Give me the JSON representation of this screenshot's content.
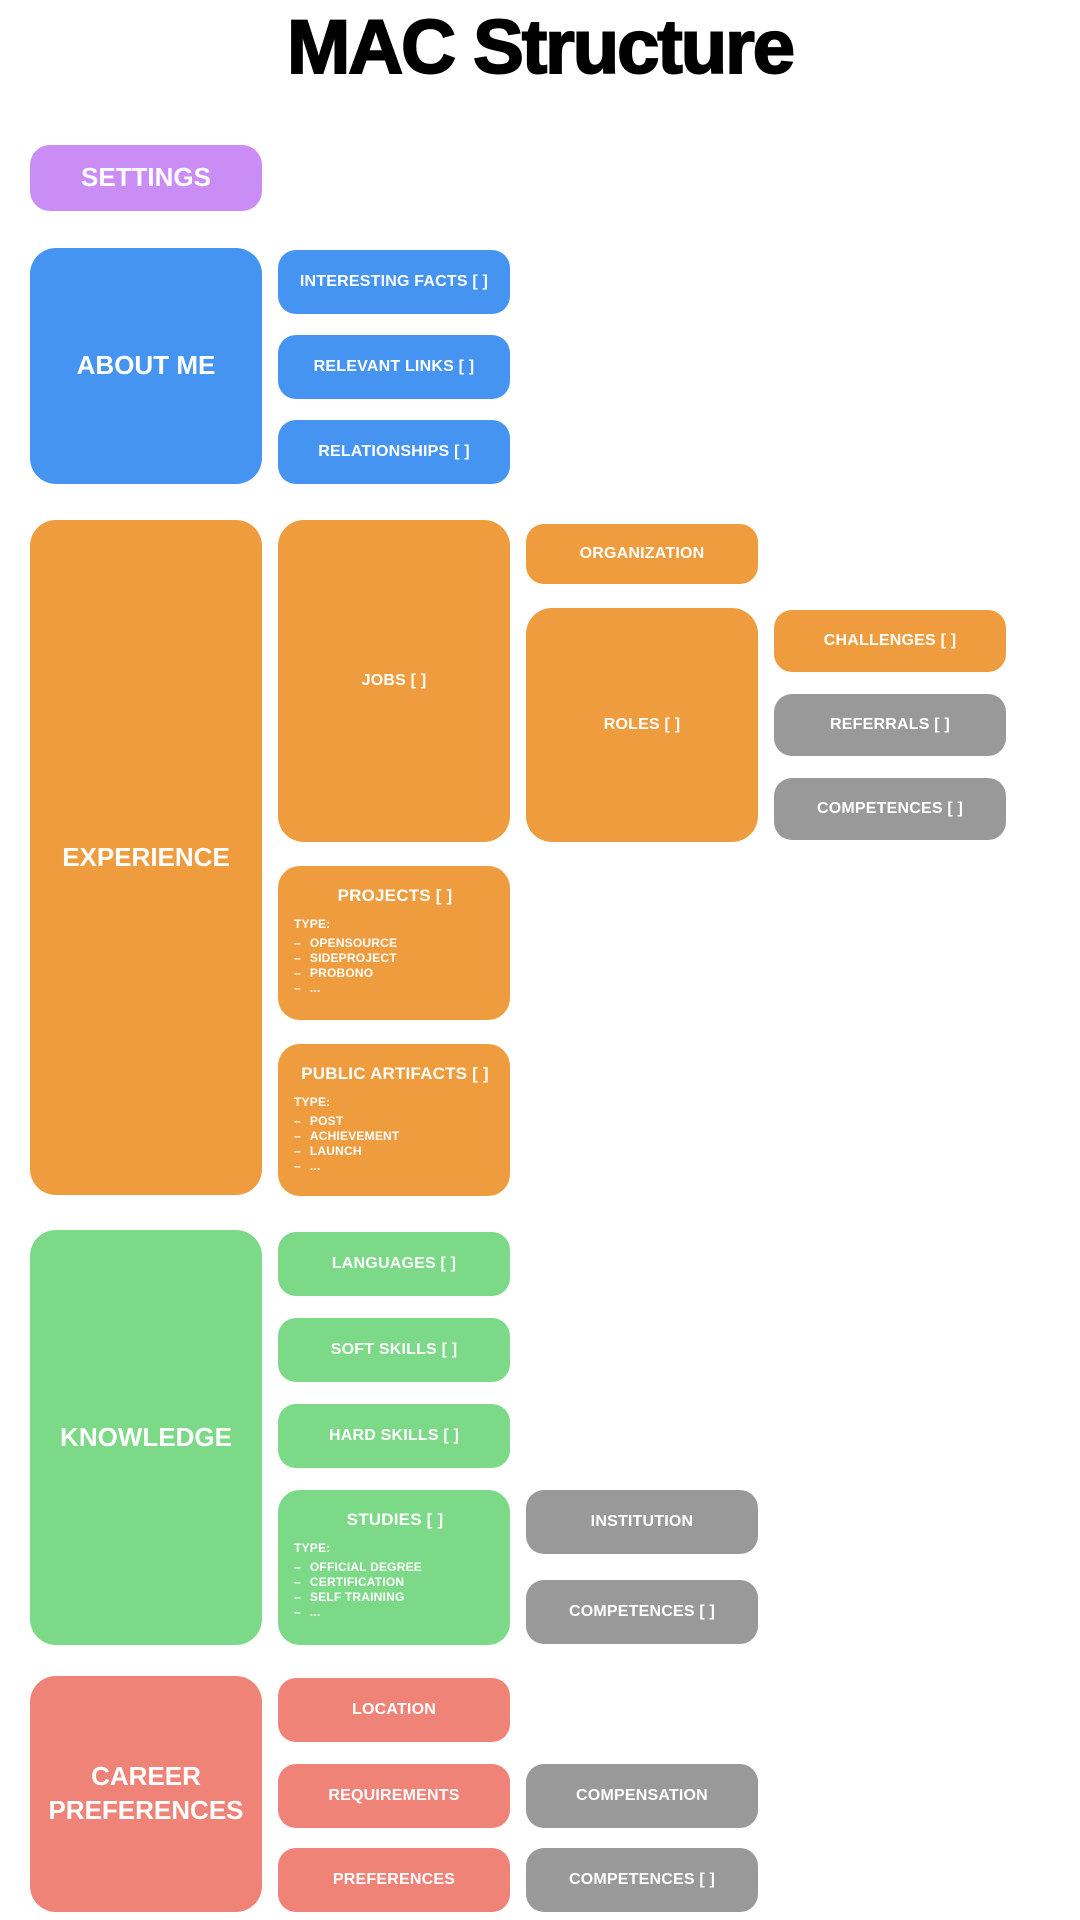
{
  "page_title": "MAC Structure",
  "type_bullet": "–",
  "colors": {
    "purple": "#CA8DF5",
    "blue": "#4694F2",
    "orange": "#EE9C3E",
    "green": "#7CD987",
    "salmon": "#EF8378",
    "gray": "#999999",
    "text_on_box": "#FFFFFF",
    "title_text": "#000000",
    "background": "#FFFFFF"
  },
  "settings": {
    "label": "SETTINGS"
  },
  "about_me": {
    "label": "ABOUT ME",
    "interesting_facts": {
      "label": "INTERESTING FACTS [ ]"
    },
    "relevant_links": {
      "label": "RELEVANT LINKS [ ]"
    },
    "relationships": {
      "label": "RELATIONSHIPS [ ]"
    }
  },
  "experience": {
    "label": "EXPERIENCE",
    "jobs": {
      "label": "JOBS [ ]"
    },
    "organization": {
      "label": "ORGANIZATION"
    },
    "roles": {
      "label": "ROLES [ ]"
    },
    "challenges": {
      "label": "CHALLENGES [ ]"
    },
    "referrals": {
      "label": "REFERRALS [ ]"
    },
    "roles_competences": {
      "label": "COMPETENCES [ ]"
    },
    "projects": {
      "label": "PROJECTS [ ]",
      "type_heading": "TYPE:",
      "types": [
        "OPENSOURCE",
        "SIDEPROJECT",
        "PROBONO",
        "..."
      ]
    },
    "public_artifacts": {
      "label": "PUBLIC ARTIFACTS [ ]",
      "type_heading": "TYPE:",
      "types": [
        "POST",
        "ACHIEVEMENT",
        "LAUNCH",
        "..."
      ]
    }
  },
  "knowledge": {
    "label": "KNOWLEDGE",
    "languages": {
      "label": "LANGUAGES [ ]"
    },
    "soft_skills": {
      "label": "SOFT SKILLS [ ]"
    },
    "hard_skills": {
      "label": "HARD SKILLS [ ]"
    },
    "studies": {
      "label": "STUDIES [ ]",
      "type_heading": "TYPE:",
      "types": [
        "OFFICIAL DEGREE",
        "CERTIFICATION",
        "SELF TRAINING",
        "..."
      ]
    },
    "institution": {
      "label": "INSTITUTION"
    },
    "studies_competences": {
      "label": "COMPETENCES [ ]"
    }
  },
  "career_preferences": {
    "label": "CAREER PREFERENCES",
    "location": {
      "label": "LOCATION"
    },
    "requirements": {
      "label": "REQUIREMENTS"
    },
    "preferences": {
      "label": "PREFERENCES"
    },
    "compensation": {
      "label": "COMPENSATION"
    },
    "competences": {
      "label": "COMPETENCES [ ]"
    }
  }
}
